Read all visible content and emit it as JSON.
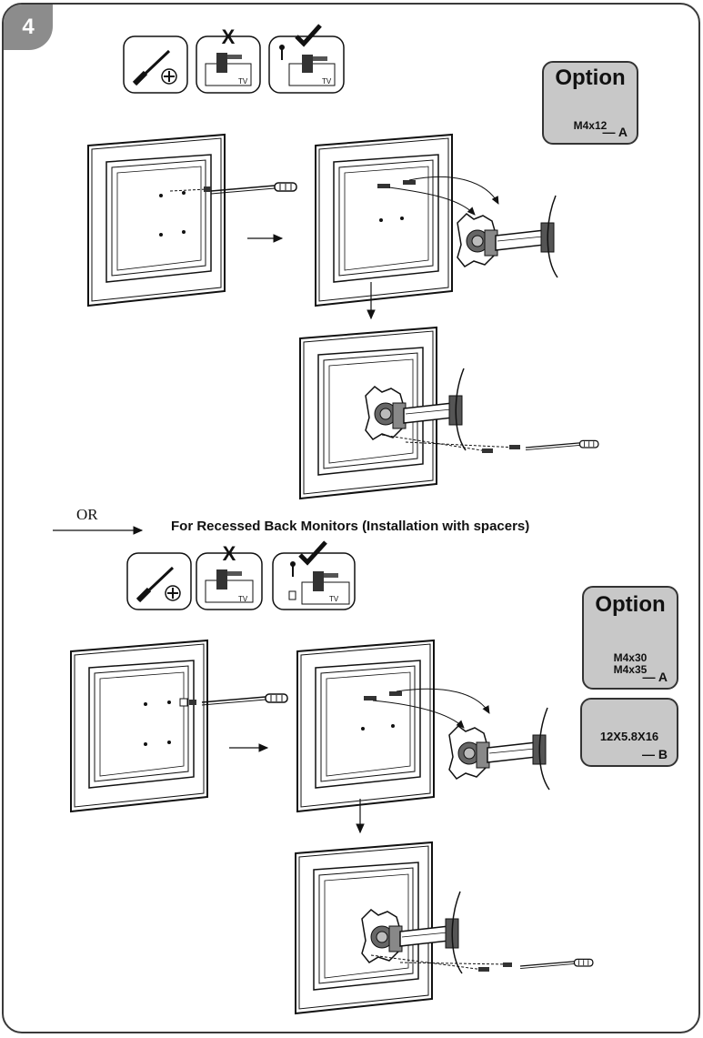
{
  "step": {
    "number": "4"
  },
  "top_section": {
    "tool_icons": [
      "screwdriver-phillips-icon",
      "wrong-screw-length-icon",
      "correct-screw-length-icon"
    ],
    "tv_label_1": "TV",
    "tv_label_2": "TV",
    "option": {
      "title": "Option",
      "size": "M4x12",
      "code": "— A"
    }
  },
  "divider": {
    "or_label": "OR"
  },
  "bottom_section": {
    "title": "For Recessed Back Monitors (Installation with spacers)",
    "tv_label_1": "TV",
    "tv_label_2": "TV",
    "option_screw": {
      "title": "Option",
      "size_1": "M4x30",
      "size_2": "M4x35",
      "code": "— A"
    },
    "option_spacer": {
      "size": "12X5.8X16",
      "code": "— B"
    }
  }
}
